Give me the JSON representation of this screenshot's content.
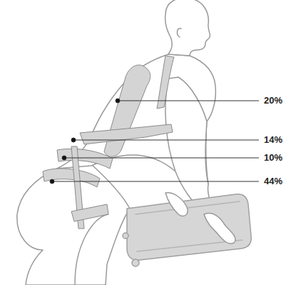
{
  "diagram": {
    "labels": [
      "20%",
      "14%",
      "10%",
      "44%"
    ]
  }
}
